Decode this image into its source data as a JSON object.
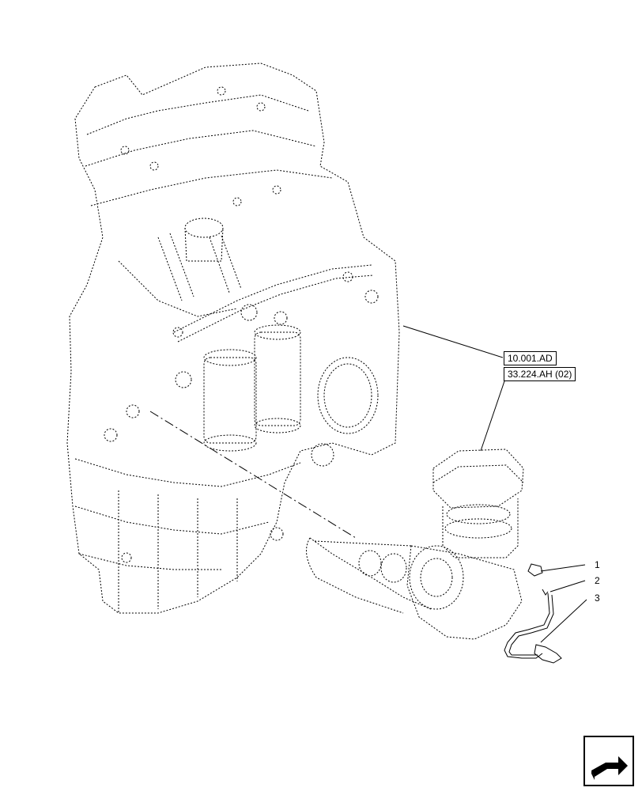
{
  "references": {
    "ref1": "10.001.AD",
    "ref2": "33.224.AH (02)"
  },
  "callouts": [
    "1",
    "2",
    "3"
  ],
  "icons": {
    "navigation": "jump-arrow-icon"
  },
  "colors": {
    "line": "#000000",
    "background": "#ffffff"
  }
}
